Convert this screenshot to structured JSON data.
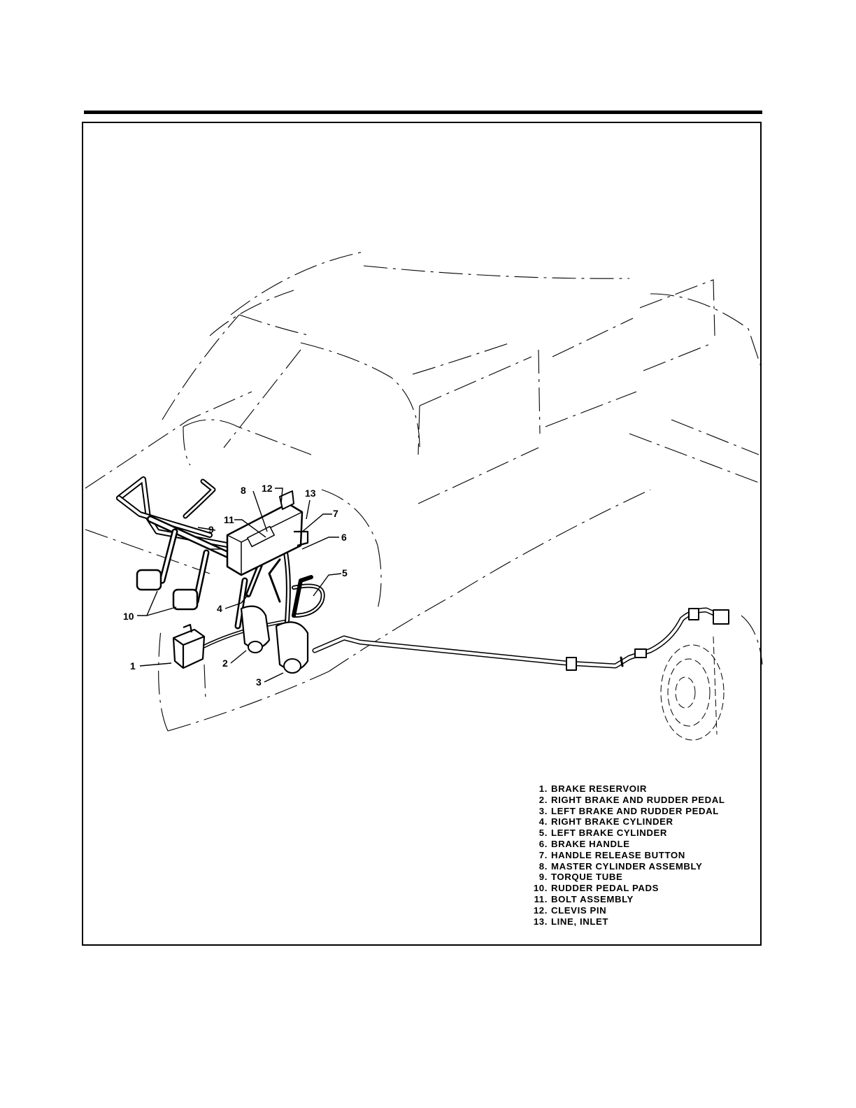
{
  "callouts": {
    "c1": "1",
    "c2": "2",
    "c3": "3",
    "c4": "4",
    "c5": "5",
    "c6": "6",
    "c7": "7",
    "c8": "8",
    "c9": "9",
    "c10": "10",
    "c11": "11",
    "c12": "12",
    "c13": "13"
  },
  "legend": [
    {
      "num": "1.",
      "label": "BRAKE RESERVOIR"
    },
    {
      "num": "2.",
      "label": "RIGHT BRAKE AND RUDDER PEDAL"
    },
    {
      "num": "3.",
      "label": "LEFT BRAKE AND RUDDER PEDAL"
    },
    {
      "num": "4.",
      "label": "RIGHT BRAKE CYLINDER"
    },
    {
      "num": "5.",
      "label": "LEFT BRAKE CYLINDER"
    },
    {
      "num": "6.",
      "label": "BRAKE HANDLE"
    },
    {
      "num": "7.",
      "label": "HANDLE RELEASE BUTTON"
    },
    {
      "num": "8.",
      "label": "MASTER CYLINDER ASSEMBLY"
    },
    {
      "num": "9.",
      "label": "TORQUE TUBE"
    },
    {
      "num": "10.",
      "label": "RUDDER PEDAL PADS"
    },
    {
      "num": "11.",
      "label": "BOLT ASSEMBLY"
    },
    {
      "num": "12.",
      "label": "CLEVIS PIN"
    },
    {
      "num": "13.",
      "label": "LINE, INLET"
    }
  ]
}
